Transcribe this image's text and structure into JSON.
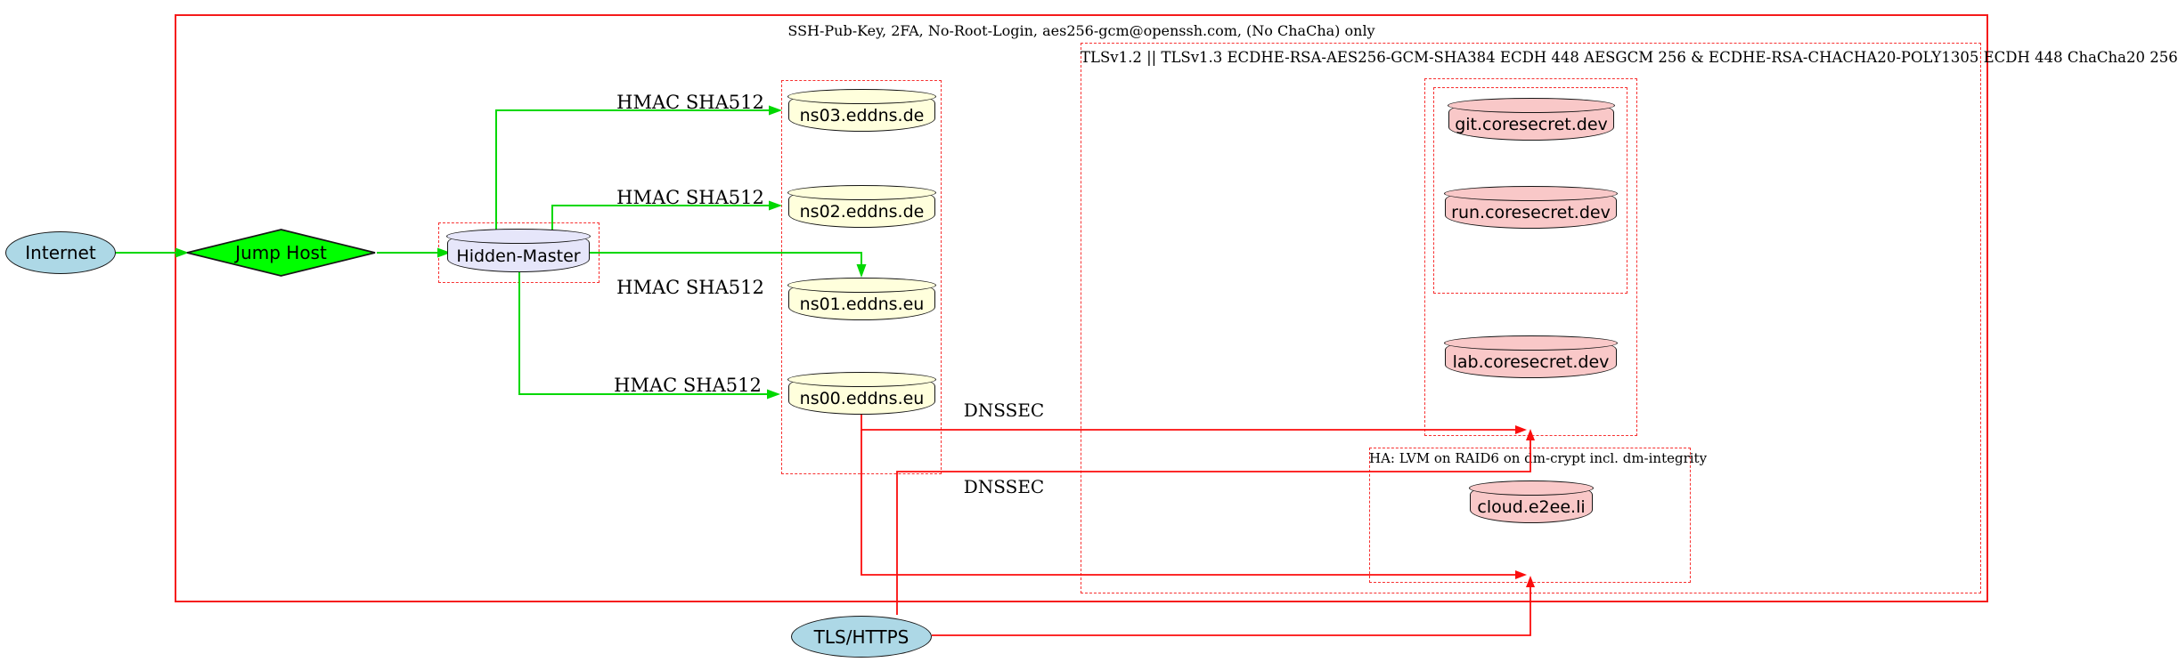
{
  "clusters": {
    "ssh": "SSH-Pub-Key, 2FA, No-Root-Login, aes256-gcm@openssh.com, (No ChaCha) only",
    "tls": "TLSv1.2 || TLSv1.3 ECDHE-RSA-AES256-GCM-SHA384 ECDH 448 AESGCM 256 & ECDHE-RSA-CHACHA20-POLY1305 ECDH 448 ChaCha20 256",
    "ha": "HA: LVM on RAID6 on dm-crypt incl. dm-integrity"
  },
  "nodes": {
    "internet": "Internet",
    "jump_host": "Jump Host",
    "hidden_master": "Hidden-Master",
    "ns03": "ns03.eddns.de",
    "ns02": "ns02.eddns.de",
    "ns01": "ns01.eddns.eu",
    "ns00": "ns00.eddns.eu",
    "git": "git.coresecret.dev",
    "run": "run.coresecret.dev",
    "lab": "lab.coresecret.dev",
    "cloud": "cloud.e2ee.li",
    "tls_https": "TLS/HTTPS"
  },
  "edge_labels": {
    "hmac1": "HMAC SHA512",
    "hmac2": "HMAC SHA512",
    "hmac3": "HMAC SHA512",
    "hmac4": "HMAC SHA512",
    "dnssec1": "DNSSEC",
    "dnssec2": "DNSSEC"
  },
  "colors": {
    "node_blue": "#add8e6",
    "node_green": "#00ff00",
    "node_yellow": "#ffffdc",
    "node_lavender": "#e6e6fa",
    "node_pink": "#f9c8c8",
    "edge_green": "#00d800",
    "edge_red": "#fb0d0d"
  }
}
